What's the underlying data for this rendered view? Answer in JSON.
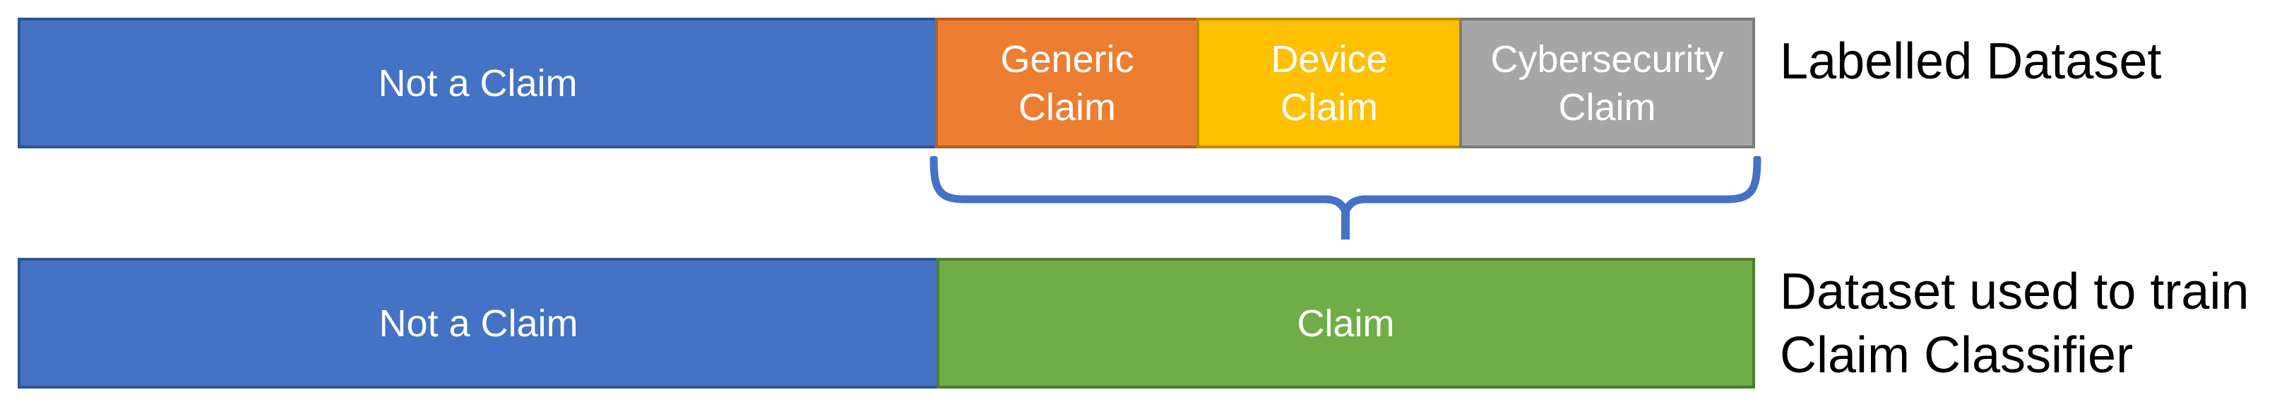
{
  "rows": [
    {
      "label": "Labelled Dataset",
      "segments": [
        {
          "text": "Not a Claim",
          "fill": "#4472C4",
          "border": "#2E5395"
        },
        {
          "text": "Generic\nClaim",
          "fill": "#ED7D31",
          "border": "#B55D20"
        },
        {
          "text": "Device\nClaim",
          "fill": "#FFC000",
          "border": "#BC8F00"
        },
        {
          "text": "Cybersecurity\nClaim",
          "fill": "#A6A6A6",
          "border": "#7B7B7B"
        }
      ]
    },
    {
      "label": "Dataset used to train\nClaim Classifier",
      "segments": [
        {
          "text": "Not a Claim",
          "fill": "#4472C4",
          "border": "#2E5395"
        },
        {
          "text": "Claim",
          "fill": "#70AD47",
          "border": "#4F7D31"
        }
      ]
    }
  ],
  "brace": {
    "color": "#4472C4"
  },
  "bar_text_color": "#FFFFFF",
  "label_text_color": "#000000"
}
